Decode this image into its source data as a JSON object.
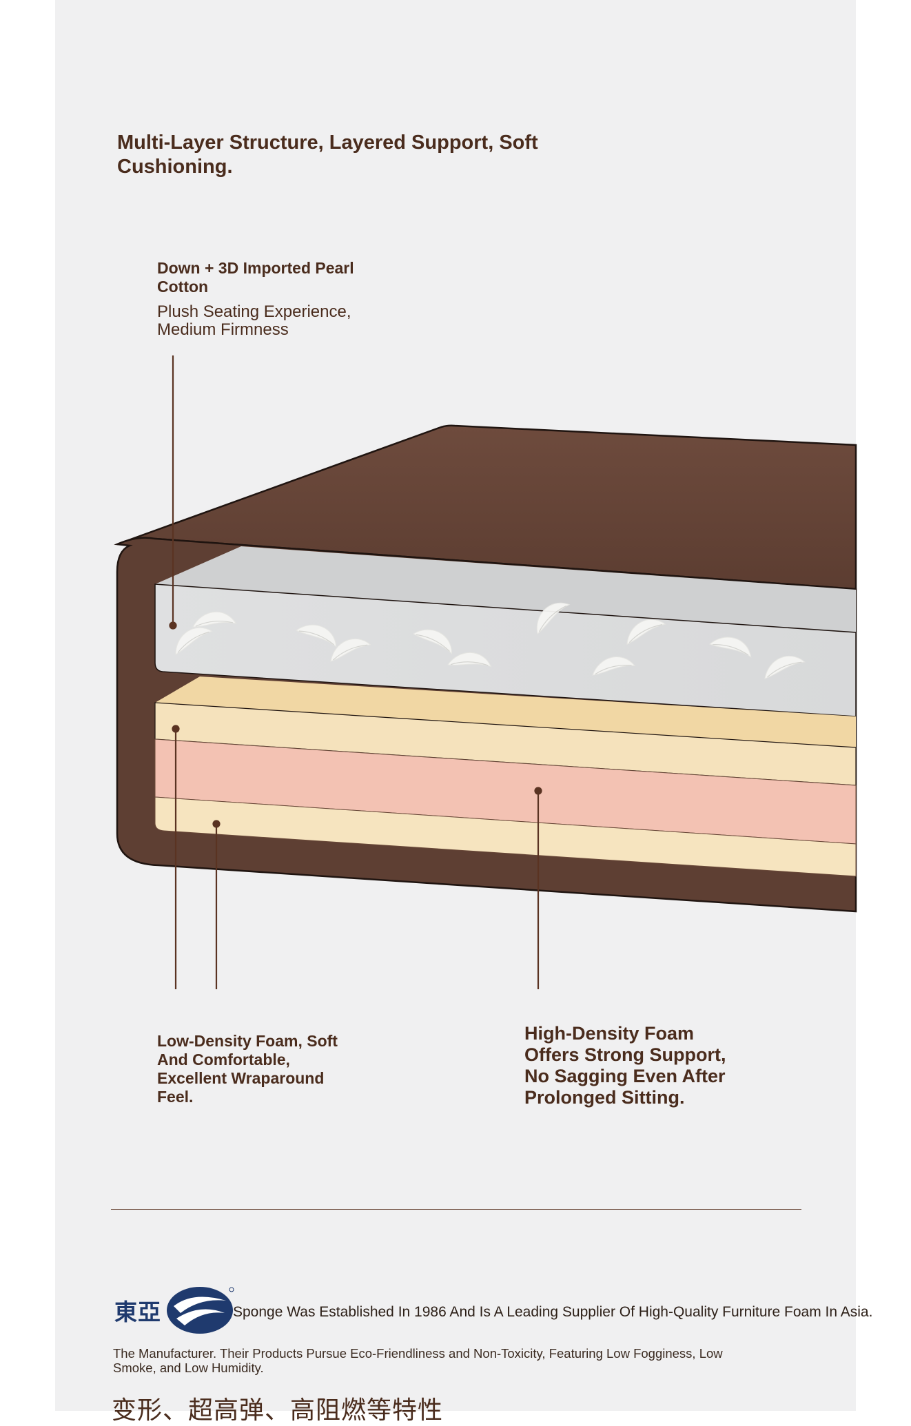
{
  "heading": "Multi-Layer Structure, Layered Support, Soft Cushioning.",
  "callouts": {
    "down": {
      "title": "Down + 3D Imported Pearl Cotton",
      "subtitle": "Plush Seating Experience, Medium Firmness"
    },
    "low_density": {
      "title": "Low-Density Foam, Soft And Comfortable, Excellent Wraparound Feel."
    },
    "high_density": {
      "title": "High-Density Foam Offers Strong Support, No Sagging Even After Prolonged Sitting."
    }
  },
  "footer": {
    "brand_name": "東亞",
    "brand_line": "Sponge Was Established In 1986 And Is A Leading Supplier Of High-Quality Furniture Foam In Asia.",
    "manufacturer_text": "The Manufacturer. Their Products Pursue Eco-Friendliness and Non-Toxicity, Featuring Low Fogginess, Low Smoke, and Low Humidity.",
    "chinese_line": "变形、超高弹、高阻燃等特性"
  },
  "colors": {
    "panel_bg": "#f0f0f1",
    "cover_brown": "#6b4a3c",
    "text_brown": "#4a2c1d",
    "down_layer": "#dcddde",
    "cream_layer": "#f6e5c0",
    "pink_layer": "#f3c3b4",
    "brand_blue": "#1f3a6e"
  },
  "icons": [
    "feather-icon",
    "brand-logo-swirl-icon"
  ]
}
